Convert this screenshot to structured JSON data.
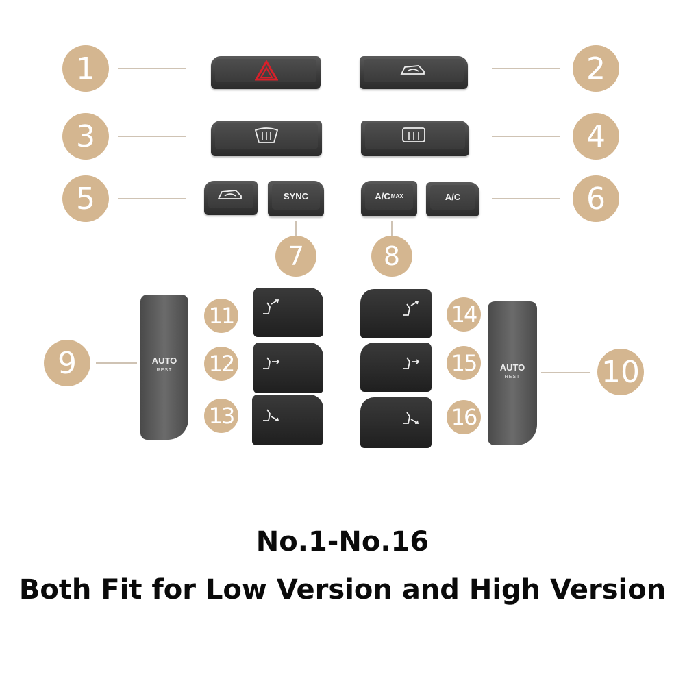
{
  "badges": [
    "1",
    "2",
    "3",
    "4",
    "5",
    "6",
    "7",
    "8",
    "9",
    "10",
    "11",
    "12",
    "13",
    "14",
    "15",
    "16"
  ],
  "key_labels": {
    "sync": "SYNC",
    "ac_max_main": "A/C",
    "ac_max_sub": "MAX",
    "ac": "A/C",
    "auto_left": "AUTO",
    "auto_left_sub": "REST",
    "auto_right": "AUTO",
    "auto_right_sub": "REST"
  },
  "icons": {
    "key1": "hazard-triangle-icon",
    "key2": "rear-air-recirculation-icon",
    "key3": "front-defrost-icon",
    "key4": "rear-defrost-icon",
    "key5": "air-recirculation-icon",
    "key11": "air-flow-up-icon",
    "key12": "air-flow-body-icon",
    "key13": "air-flow-feet-icon",
    "key14": "air-flow-up-icon",
    "key15": "air-flow-body-icon",
    "key16": "air-flow-feet-icon"
  },
  "colors": {
    "badge": "#d4b690",
    "key": "#3c3c3c",
    "hazard": "#d8202a"
  },
  "caption": {
    "line1": "No.1-No.16",
    "line2": "Both Fit for Low Version and High Version"
  }
}
